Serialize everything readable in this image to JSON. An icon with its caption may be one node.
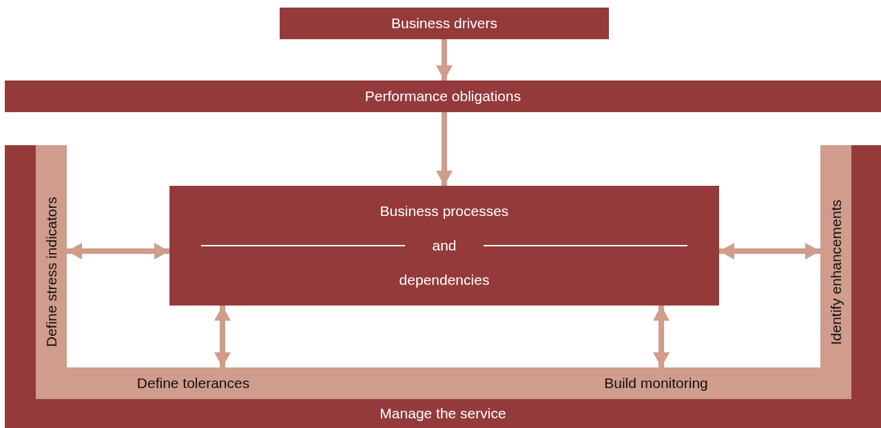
{
  "diagram": {
    "nodes": [
      {
        "text": [
          "Business drivers"
        ]
      },
      {
        "text": [
          "Performance obligations"
        ]
      },
      {
        "text": [
          "Manage the service"
        ]
      },
      {
        "text": [
          "Define stress indicators"
        ],
        "in": 2
      },
      {
        "text": [
          "Business processes",
          "and",
          "dependencies"
        ]
      },
      {
        "text": [
          "Identify enhancements"
        ],
        "in": 2
      },
      {
        "text": [
          "Define tolerances"
        ],
        "in": 2
      },
      {
        "text": [
          "Build monitoring"
        ],
        "in": 2
      }
    ],
    "edges": [
      {
        "from": 0,
        "to": 1,
        "arrow": "to"
      },
      {
        "from": 1,
        "to": 4,
        "arrow": "to"
      },
      {
        "from": 3,
        "to": 4,
        "arrow": "both"
      },
      {
        "from": 4,
        "to": 5,
        "arrow": "both"
      },
      {
        "from": 4,
        "to": 6,
        "arrow": "both"
      },
      {
        "from": 4,
        "to": 7,
        "arrow": "both"
      }
    ]
  }
}
